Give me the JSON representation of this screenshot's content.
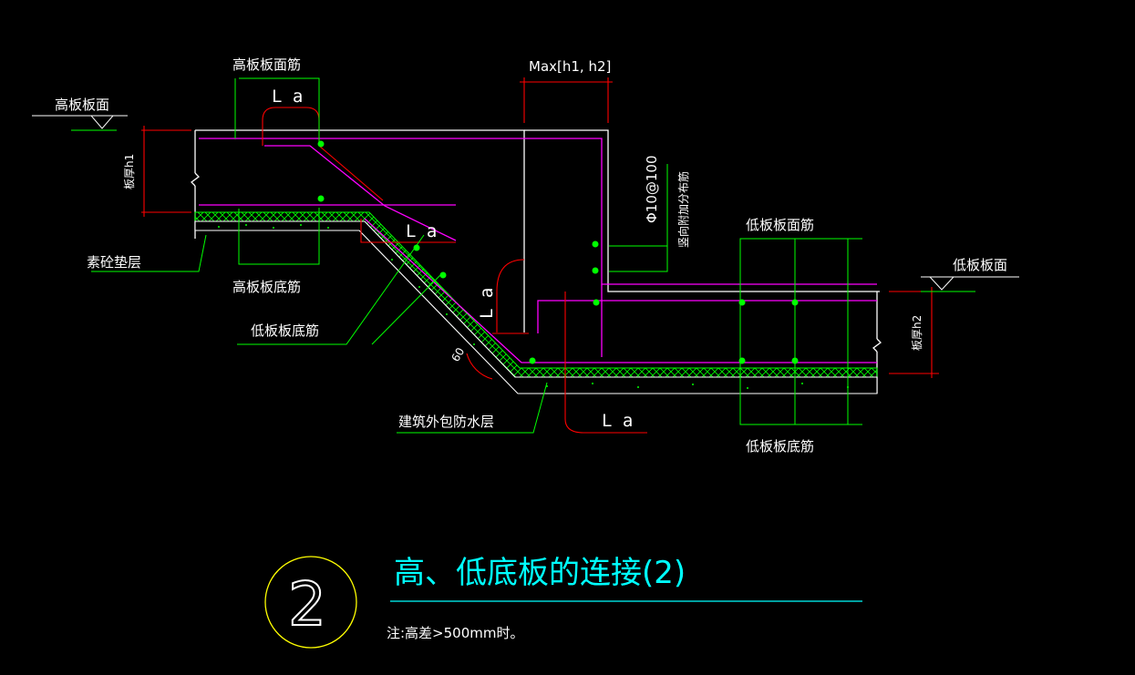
{
  "labels": {
    "high_slab_surface": "高板板面",
    "high_slab_top_bar": "高板板面筋",
    "high_slab_bottom_bar": "高板板底筋",
    "plain_concrete_cushion": "素砼垫层",
    "low_slab_bottom_bar_slope": "低板板底筋",
    "waterproof_layer": "建筑外包防水层",
    "low_slab_top_bar": "低板板面筋",
    "low_slab_bottom_bar": "低板板底筋",
    "low_slab_surface": "低板板面",
    "thickness_h1": "板厚h1",
    "thickness_h2": "板厚h2",
    "max_dim": "Max[h1, h2]",
    "vertical_rebar_spec": "Φ10@100",
    "vertical_rebar_desc": "竖向附加分布筋",
    "la": "L a",
    "angle": "60"
  },
  "title": {
    "number": "2",
    "text": "高、低底板的连接(2)",
    "note": "注:高差>500mm时。"
  },
  "colors": {
    "background": "#000000",
    "concrete_outline": "#ffffff",
    "rebar": "#ff00ff",
    "dimension": "#ff0000",
    "leader": "#00ff00",
    "title": "#00ffff",
    "circle": "#ffff00",
    "rebar_dot": "#00ff00"
  }
}
